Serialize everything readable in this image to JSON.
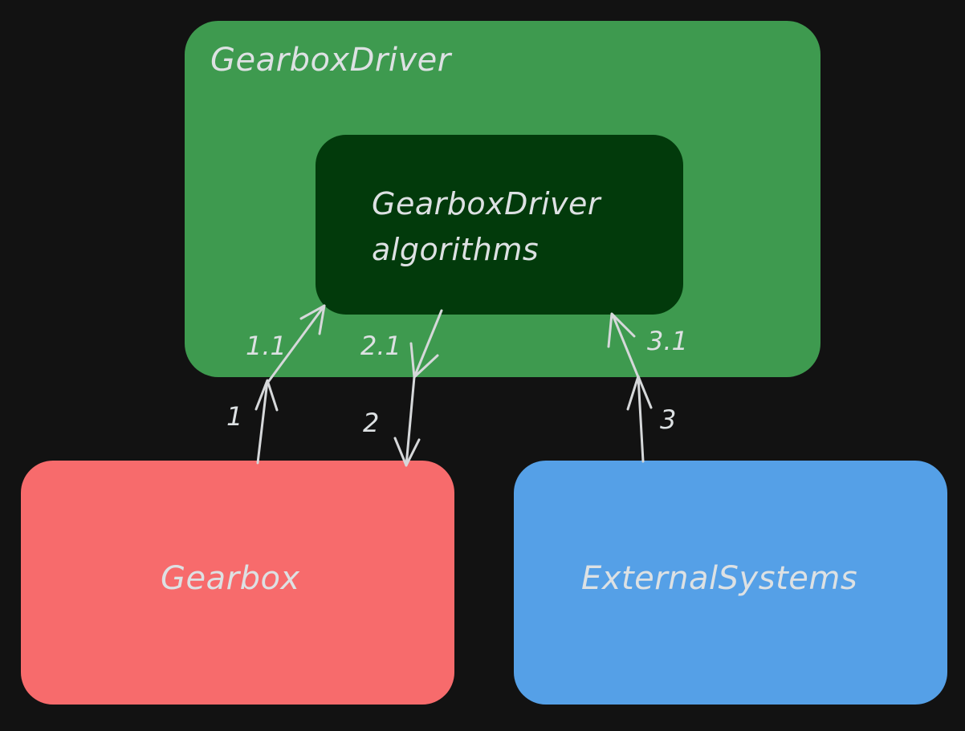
{
  "nodes": {
    "driver": {
      "title": "GearboxDriver",
      "color": "#3e9a4f"
    },
    "algorithms": {
      "line1": "GearboxDriver",
      "line2": "algorithms",
      "color": "#023a0b"
    },
    "gearbox": {
      "label": "Gearbox",
      "color": "#f76b6c"
    },
    "external": {
      "label": "ExternalSystems",
      "color": "#55a0e7"
    }
  },
  "edges": [
    {
      "id": "e1",
      "label": "1",
      "from": "Gearbox",
      "to": "GearboxDriver"
    },
    {
      "id": "e1_1",
      "label": "1.1",
      "from": "GearboxDriver",
      "to": "GearboxDriver algorithms"
    },
    {
      "id": "e2_1",
      "label": "2.1",
      "from": "GearboxDriver algorithms",
      "to": "GearboxDriver"
    },
    {
      "id": "e2",
      "label": "2",
      "from": "GearboxDriver",
      "to": "Gearbox"
    },
    {
      "id": "e3",
      "label": "3",
      "from": "ExternalSystems",
      "to": "GearboxDriver"
    },
    {
      "id": "e3_1",
      "label": "3.1",
      "from": "GearboxDriver",
      "to": "GearboxDriver algorithms"
    }
  ],
  "background": "#121212",
  "stroke_color": "#d6d8da"
}
